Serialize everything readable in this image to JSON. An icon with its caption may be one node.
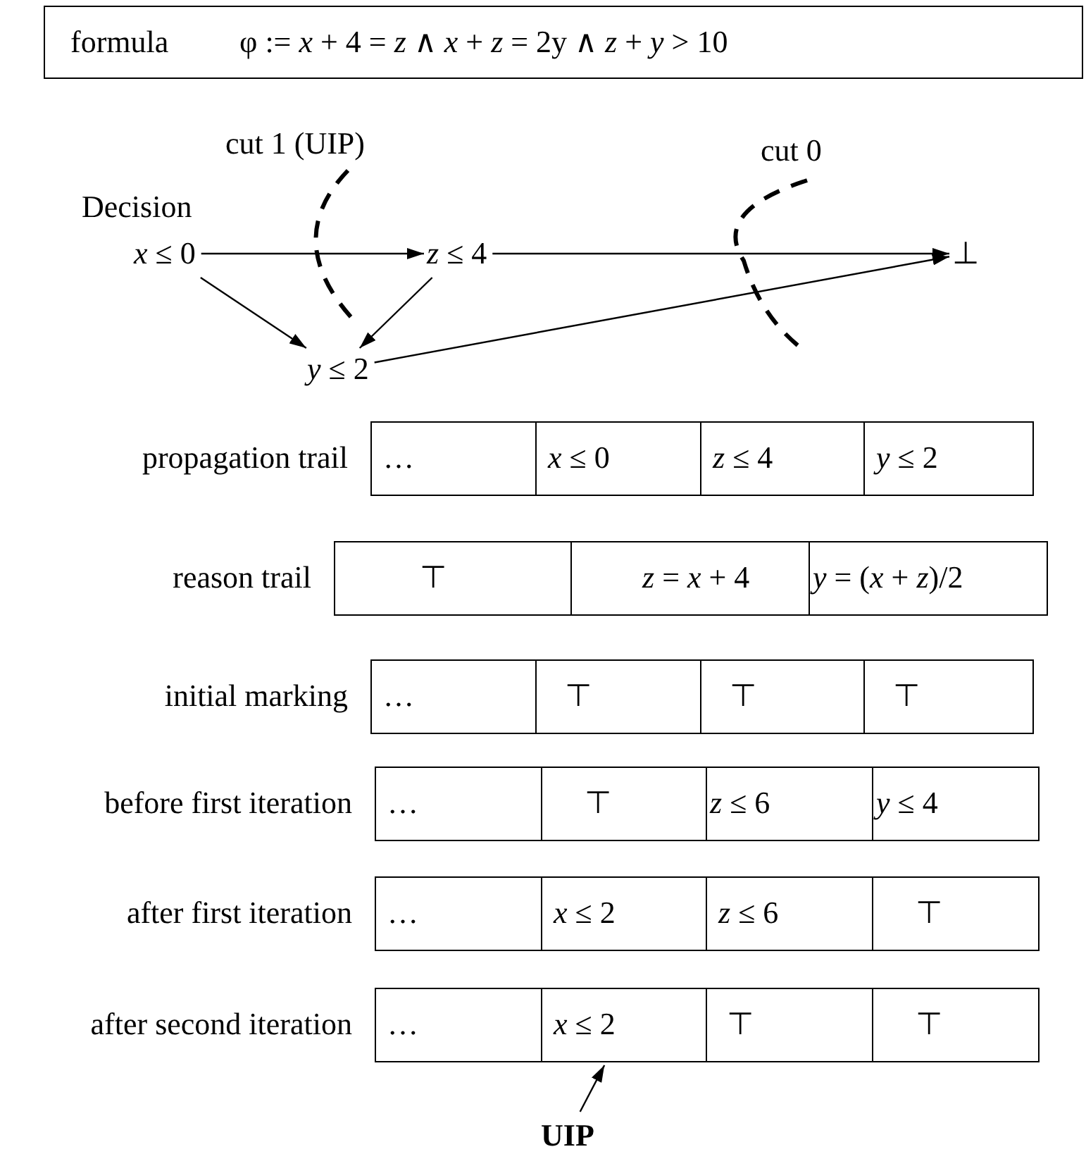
{
  "diagram": {
    "nodes": [
      {
        "text": [
          "formula",
          "φ := *x* + 4 = *z* ∧ *x* + *z* = 2y ∧ *z* + *y* > 10"
        ]
      },
      {
        "text": [
          "*x* ≤ 0"
        ],
        "beside": [
          "Decision"
        ]
      },
      {
        "text": [
          "*z* ≤ 4"
        ]
      },
      {
        "text": [
          "*y* ≤ 2"
        ]
      },
      {
        "text": [
          "⊥"
        ]
      },
      {
        "text": [
          "*x* ≤ 2"
        ]
      },
      {
        "text": [
          "UIP"
        ]
      }
    ],
    "edges": [
      {
        "from": 1,
        "to": 2,
        "arrow": "to"
      },
      {
        "from": 1,
        "to": 3,
        "arrow": "to"
      },
      {
        "from": 2,
        "to": 3,
        "arrow": "to"
      },
      {
        "from": 2,
        "to": 4,
        "arrow": "to"
      },
      {
        "from": 3,
        "to": 4,
        "arrow": "to"
      },
      {
        "from": 6,
        "to": 5,
        "arrow": "to"
      }
    ],
    "labels": [
      "cut 1 (UIP)",
      "cut 0",
      "propagation trail",
      "…",
      "*x* ≤ 0",
      "*z* ≤ 4",
      "*y* ≤ 2",
      "reason trail",
      "⊤",
      "*z* = *x* + 4",
      "*y* = (*x* + *z*)/2",
      "initial marking",
      "…",
      "⊤",
      "⊤",
      "⊤",
      "before first iteration",
      "…",
      "⊤",
      "*z* ≤ 6",
      "*y* ≤ 4",
      "after first iteration",
      "…",
      "*x* ≤ 2",
      "*z* ≤ 6",
      "⊤",
      "after second iteration",
      "…",
      "⊤",
      "⊤"
    ]
  }
}
